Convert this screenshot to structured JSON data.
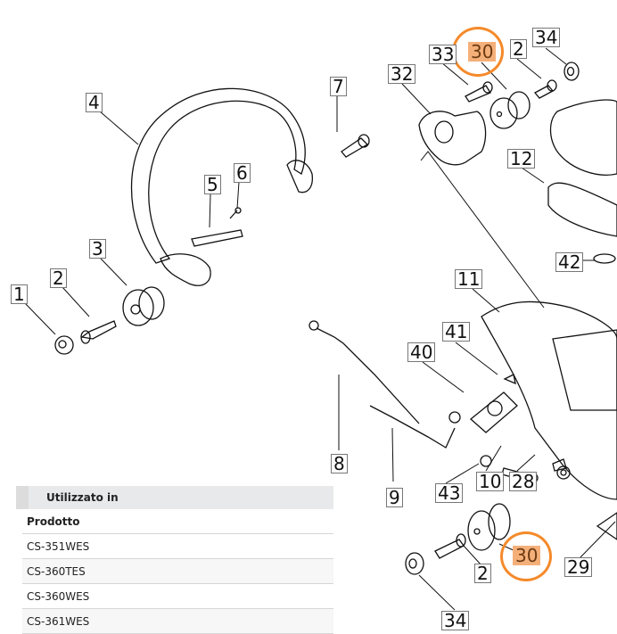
{
  "diagram": {
    "highlight_color": "#f58a2a",
    "highlighted_part": "30",
    "labels": {
      "p1": "1",
      "p2a": "2",
      "p3": "3",
      "p4": "4",
      "p5": "5",
      "p6": "6",
      "p7": "7",
      "p8": "8",
      "p9": "9",
      "p10": "10",
      "p11": "11",
      "p12": "12",
      "p28": "28",
      "p29": "29",
      "p30a": "30",
      "p30b": "30",
      "p32": "32",
      "p33": "33",
      "p34a": "34",
      "p34b": "34",
      "p2b": "2",
      "p2c": "2",
      "p40": "40",
      "p41": "41",
      "p42": "42",
      "p43": "43"
    }
  },
  "table": {
    "caption": "Utilizzato in",
    "column_header": "Prodotto",
    "rows": [
      "CS-351WES",
      "CS-360TES",
      "CS-360WES",
      "CS-361WES"
    ]
  }
}
